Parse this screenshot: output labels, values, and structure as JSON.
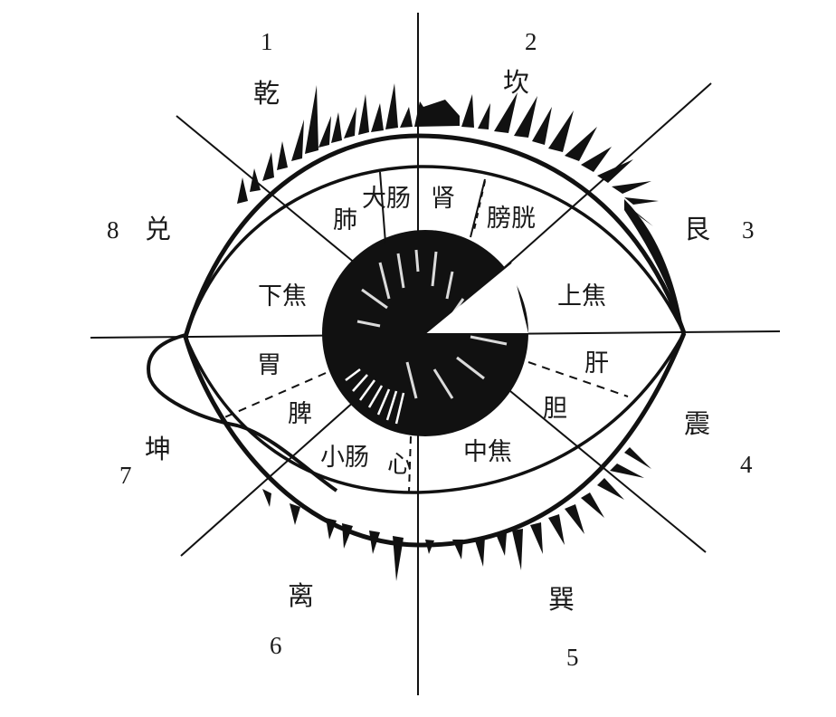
{
  "diagram": {
    "sectors": [
      {
        "number": "1",
        "trigram": "乾"
      },
      {
        "number": "2",
        "trigram": "坎"
      },
      {
        "number": "3",
        "trigram": "艮"
      },
      {
        "number": "4",
        "trigram": "震"
      },
      {
        "number": "5",
        "trigram": "巽"
      },
      {
        "number": "6",
        "trigram": "离"
      },
      {
        "number": "7",
        "trigram": "坤"
      },
      {
        "number": "8",
        "trigram": "兑"
      }
    ],
    "organs": {
      "lung": "肺",
      "large_intestine": "大肠",
      "kidney": "肾",
      "bladder": "膀胱",
      "lower_jiao": "下焦",
      "upper_jiao": "上焦",
      "stomach": "胃",
      "liver": "肝",
      "spleen": "脾",
      "gallbladder": "胆",
      "small_intestine": "小肠",
      "heart": "心",
      "middle_jiao": "中焦"
    }
  }
}
